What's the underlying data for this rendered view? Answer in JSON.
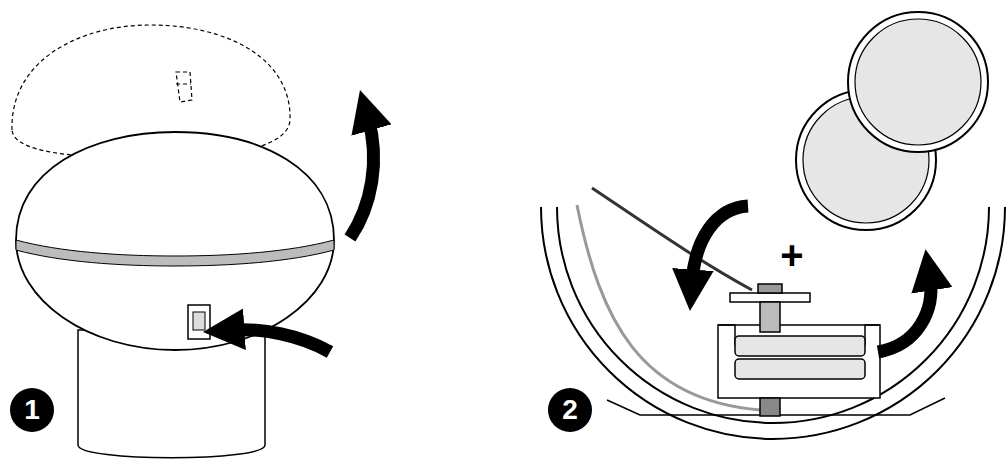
{
  "diagram": {
    "labels": [
      "1",
      "2",
      "+"
    ]
  }
}
